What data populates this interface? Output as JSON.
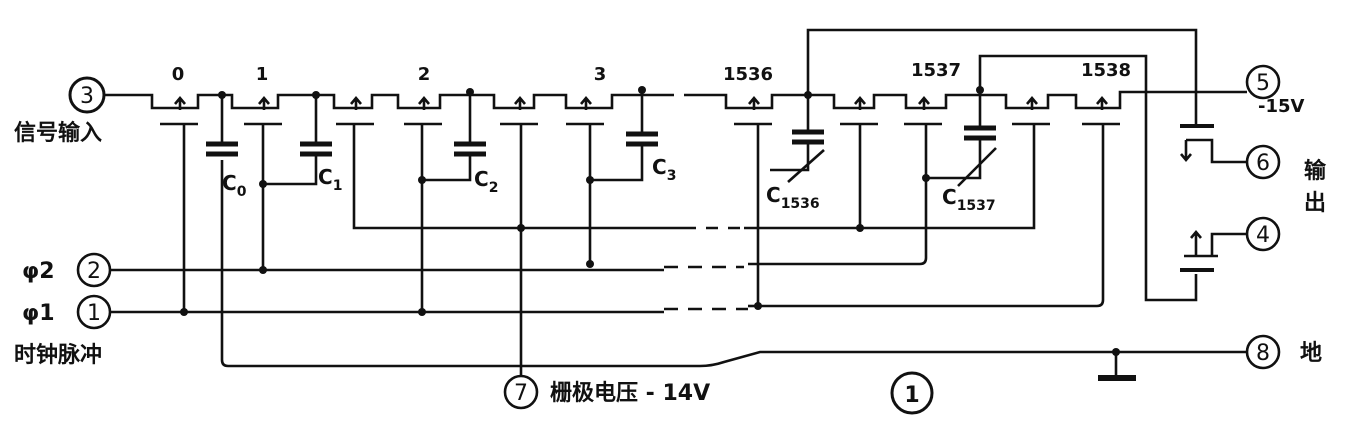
{
  "stages": [
    "0",
    "1",
    "2",
    "3",
    "1536",
    "1537",
    "1538"
  ],
  "pins": {
    "signal_in": "3",
    "phi2": "2",
    "phi1": "1",
    "gate": "7",
    "supply": "5",
    "out_a": "6",
    "out_b": "4",
    "ground": "8"
  },
  "labels": {
    "signal_input": "信号输入",
    "clock_pulse": "时钟脉冲",
    "phi2": "φ2",
    "phi1": "φ1",
    "gate_voltage": "栅极电压 - 14V",
    "supply_voltage": "-15V",
    "output_line1": "输",
    "output_line2": "出",
    "ground": "地",
    "figure_number": "1"
  },
  "capacitors": [
    {
      "main": "C",
      "sub": "0"
    },
    {
      "main": "C",
      "sub": "1"
    },
    {
      "main": "C",
      "sub": "2"
    },
    {
      "main": "C",
      "sub": "3"
    },
    {
      "main": "C",
      "sub": "1536"
    },
    {
      "main": "C",
      "sub": "1537"
    }
  ]
}
